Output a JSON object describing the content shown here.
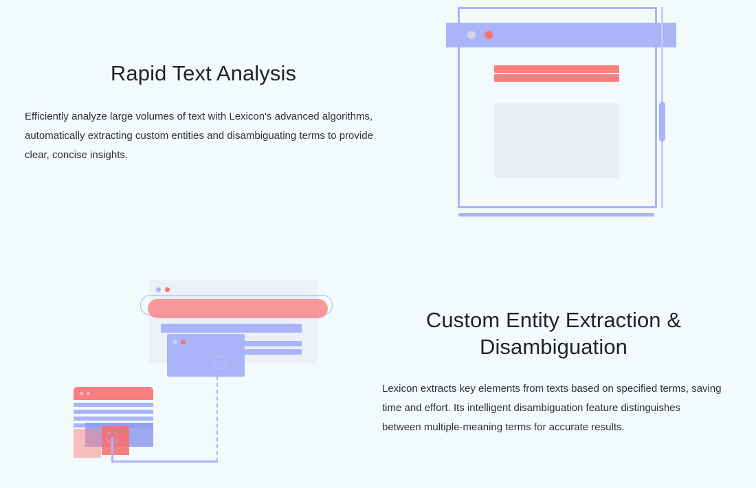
{
  "theme": {
    "background": "#f2fafb",
    "heading_color": "#1f2328",
    "body_color": "#2b3036",
    "accent_blue": "#aab4f8",
    "accent_blue_deep": "#8e9bf0",
    "accent_red": "#fb7f7f",
    "accent_red_deep": "#fb6c6c",
    "panel_gray": "#ecf0f7",
    "content_gray": "#eaeff3",
    "dot_gray": "#cfd6e4"
  },
  "features": [
    {
      "id": "rapid-text-analysis",
      "heading": "Rapid Text Analysis",
      "body": "Efficiently analyze large volumes of text with Lexicon's advanced algorithms, automatically extracting custom entities and disambiguating terms to provide clear, concise insights.",
      "illustration": "browser-window-mockup"
    },
    {
      "id": "custom-entity-extraction",
      "heading": "Custom Entity Extraction & Disambiguation",
      "body": "Lexicon extracts key elements from texts based on specified terms, saving time and effort. Its intelligent disambiguation feature distinguishes between multiple-meaning terms for accurate results.",
      "illustration": "entity-extraction-diagram"
    }
  ],
  "illustration_one": {
    "name": "browser-window-mockup",
    "parts": [
      "window-frame",
      "title-bar",
      "window-dot-gray",
      "window-dot-red",
      "headline-bar-1",
      "headline-bar-2",
      "content-placeholder-box",
      "scrollbar-track",
      "scrollbar-thumb",
      "base-bar"
    ]
  },
  "illustration_two": {
    "name": "entity-extraction-diagram",
    "parts": [
      "back-panel",
      "search-pill-outline",
      "search-pill-highlight",
      "result-bar-wide",
      "result-bar-side-1",
      "result-bar-side-2",
      "media-card",
      "media-card-circle",
      "document-header",
      "document-line-1",
      "document-line-2",
      "document-line-3",
      "document-line-4",
      "highlight-rect-blue",
      "highlight-rect-pink",
      "highlight-rect-red",
      "selection-node-circle",
      "connector-vertical",
      "connector-horizontal",
      "connector-dashed"
    ]
  }
}
